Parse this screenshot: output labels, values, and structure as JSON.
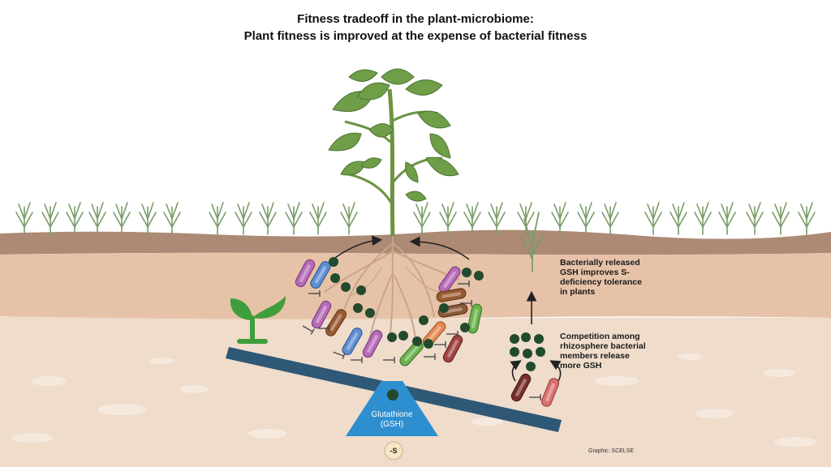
{
  "title": {
    "line1": "Fitness tradeoff in the plant-microbiome:",
    "line2": "Plant fitness is improved at the expense of bacterial fitness"
  },
  "annotations": {
    "top": [
      "Bacterially released",
      "GSH improves S-",
      "deficiency tolerance",
      "in plants"
    ],
    "bottom": [
      "Competition among",
      "rhizosphere bacterial",
      "members release",
      "more GSH"
    ]
  },
  "fulcrum": {
    "line1": "Glutathione",
    "line2": "(GSH)",
    "sulfur_badge": "-S"
  },
  "credit": "Graphic: SCELSE",
  "colors": {
    "topsoil": "#ad8a75",
    "soil": "#e8c9b0",
    "deep_soil": "#f1e2d4",
    "seesaw": "#2f5876",
    "fulcrum": "#2e8fd0",
    "gsh_dot": "#234a2c",
    "leaf": "#6f9d48",
    "seedling": "#3f9e3b"
  },
  "icons": [
    "plant-icon",
    "seedling-icon",
    "bacterium-icon",
    "gsh-molecule-icon",
    "inhibition-icon",
    "arrow-icon"
  ]
}
